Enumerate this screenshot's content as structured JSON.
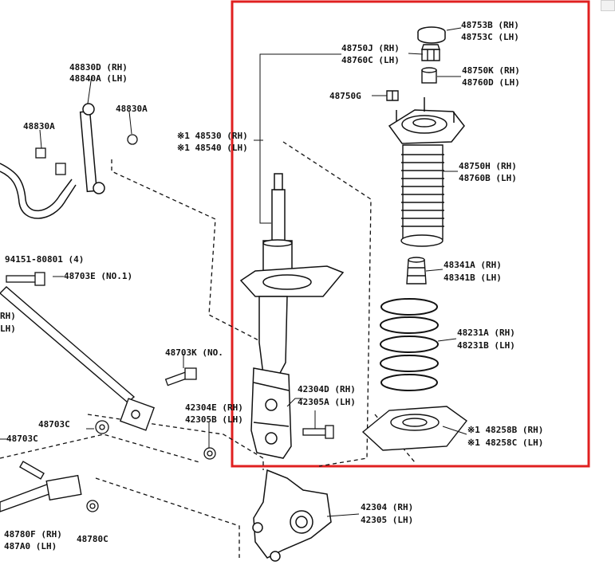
{
  "colors": {
    "highlight_box": "#e02020",
    "line": "#111111",
    "background": "#ffffff"
  },
  "labels": {
    "upper_support_rh": "48753B (RH)",
    "upper_support_lh": "48753C (LH)",
    "nut_rh": "48750J (RH)",
    "nut_lh": "48760C (LH)",
    "bushing_rh": "48750K (RH)",
    "bushing_lh": "48760D (LH)",
    "nut_g": "48750G",
    "strut_rh": "※1 48530 (RH)",
    "strut_lh": "※1 48540 (LH)",
    "boot_rh": "48750H (RH)",
    "boot_lh": "48760B (LH)",
    "bumper_rh": "48341A (RH)",
    "bumper_lh": "48341B (LH)",
    "spring_rh": "48231A (RH)",
    "spring_lh": "48231B (LH)",
    "bolt_upper_rh": "42304D (RH)",
    "bolt_upper_lh": "42305A (LH)",
    "bolt_lower_rh": "42304E (RH)",
    "bolt_lower_lh": "42305B (LH)",
    "insulator_rh": "※1 48258B (RH)",
    "insulator_lh": "※1 48258C (LH)",
    "link_rh": "48830D (RH)",
    "link_lh": "48840A (LH)",
    "link_nut": "48830A",
    "stab_bush": "48830A",
    "bolt_94151": "94151-80801 (4)",
    "bolt_48703e": "48703E (NO.1)",
    "bolt_48703k": "48703K (NO.",
    "nut_48703c": "48703C",
    "nut_48703c_b": "48703C",
    "arm_48780f": "48780F (RH)",
    "arm_487a0": "487A0 (LH)",
    "nut_48780c": "48780C",
    "knuckle_rh": "42304 (RH)",
    "knuckle_lh": "42305 (LH)",
    "cut_rh": "RH)",
    "cut_lh": "LH)"
  }
}
